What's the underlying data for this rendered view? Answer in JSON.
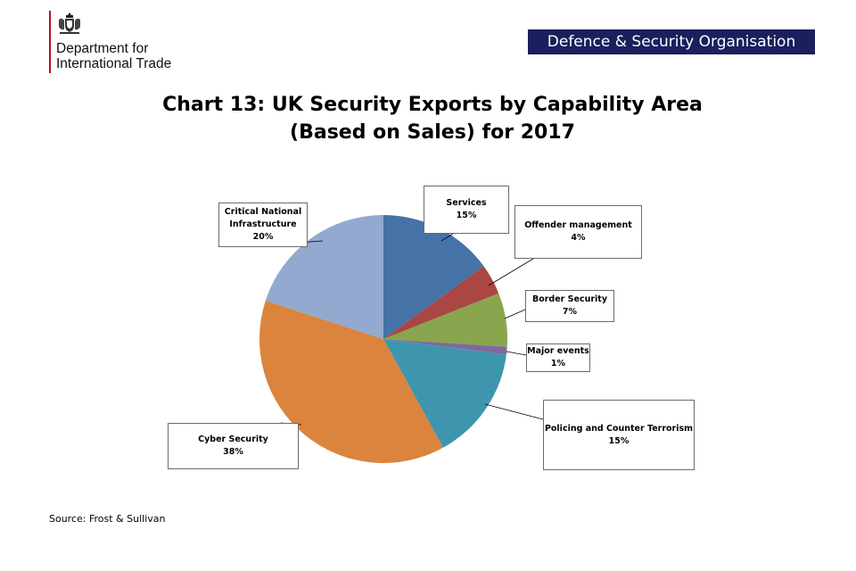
{
  "header": {
    "department_line1": "Department for",
    "department_line2": "International Trade",
    "dso_badge": "Defence & Security Organisation"
  },
  "chart_data": {
    "type": "pie",
    "title": "Chart 13: UK Security Exports by Capability Area",
    "subtitle": "(Based on Sales) for 2017",
    "slices": [
      {
        "label": "Services",
        "value": 15,
        "value_label": "15%",
        "color": "#4572a7"
      },
      {
        "label": "Offender management",
        "value": 4,
        "value_label": "4%",
        "color": "#aa4643"
      },
      {
        "label": "Border Security",
        "value": 7,
        "value_label": "7%",
        "color": "#89a54e"
      },
      {
        "label": "Major  events",
        "value": 1,
        "value_label": "1%",
        "color": "#80699b"
      },
      {
        "label": "Policing and Counter Terrorism",
        "value": 15,
        "value_label": "15%",
        "color": "#3d96ae"
      },
      {
        "label": "Cyber Security",
        "value": 38,
        "value_label": "38%",
        "color": "#db843d"
      },
      {
        "label": "Critical National Infrastructure",
        "value": 20,
        "value_label": "20%",
        "color": "#93a9cf"
      }
    ],
    "unit": "%"
  },
  "footer": {
    "source": "Source: Frost & Sullivan"
  }
}
